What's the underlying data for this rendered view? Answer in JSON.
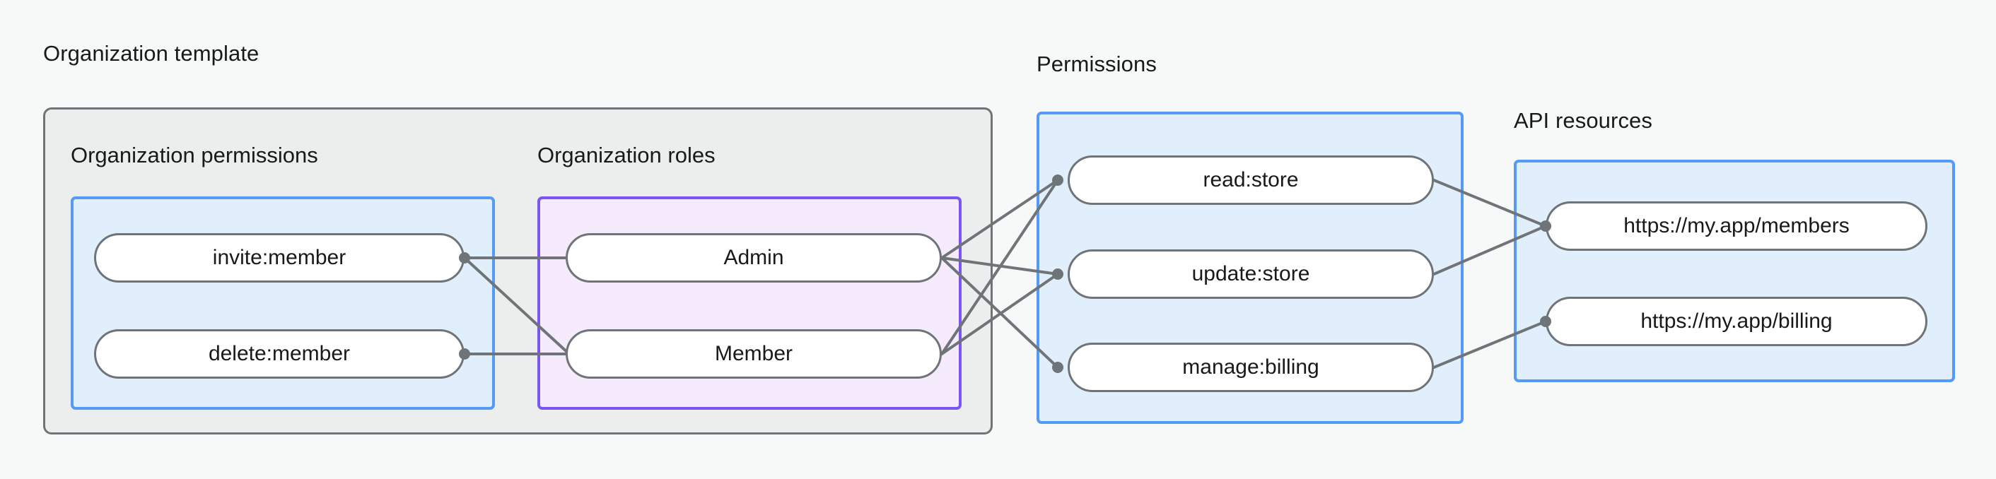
{
  "diagram": {
    "title_org_template": "Organization template",
    "title_permissions": "Permissions",
    "title_api_resources": "API resources",
    "subtitle_org_permissions": "Organization permissions",
    "subtitle_org_roles": "Organization roles",
    "colors": {
      "background": "#f7f8f8",
      "outer_box_fill": "#eceeed",
      "outer_box_border": "#6e7477",
      "blue_box_fill": "#e1effd",
      "blue_box_border": "#559af4",
      "purple_box_fill": "#f5ebfd",
      "purple_box_border": "#7b55f4",
      "pill_fill": "#ffffff",
      "pill_border": "#6e7477",
      "edge_stroke": "#6e7477",
      "text": "#17191b"
    }
  },
  "org_permissions": [
    {
      "id": "invite-member",
      "label": "invite:member"
    },
    {
      "id": "delete-member",
      "label": "delete:member"
    }
  ],
  "org_roles": [
    {
      "id": "admin",
      "label": "Admin"
    },
    {
      "id": "member",
      "label": "Member"
    }
  ],
  "permissions": [
    {
      "id": "read-store",
      "label": "read:store"
    },
    {
      "id": "update-store",
      "label": "update:store"
    },
    {
      "id": "manage-billing",
      "label": "manage:billing"
    }
  ],
  "api_resources": [
    {
      "id": "members-url",
      "label": "https://my.app/members"
    },
    {
      "id": "billing-url",
      "label": "https://my.app/billing"
    }
  ],
  "edges": [
    {
      "from": "invite-member",
      "to": "admin"
    },
    {
      "from": "invite-member",
      "to": "member"
    },
    {
      "from": "delete-member",
      "to": "member"
    },
    {
      "from": "admin",
      "to": "read-store"
    },
    {
      "from": "admin",
      "to": "update-store"
    },
    {
      "from": "admin",
      "to": "manage-billing"
    },
    {
      "from": "member",
      "to": "read-store"
    },
    {
      "from": "member",
      "to": "update-store"
    },
    {
      "from": "read-store",
      "to": "members-url"
    },
    {
      "from": "update-store",
      "to": "members-url"
    },
    {
      "from": "manage-billing",
      "to": "billing-url"
    }
  ]
}
